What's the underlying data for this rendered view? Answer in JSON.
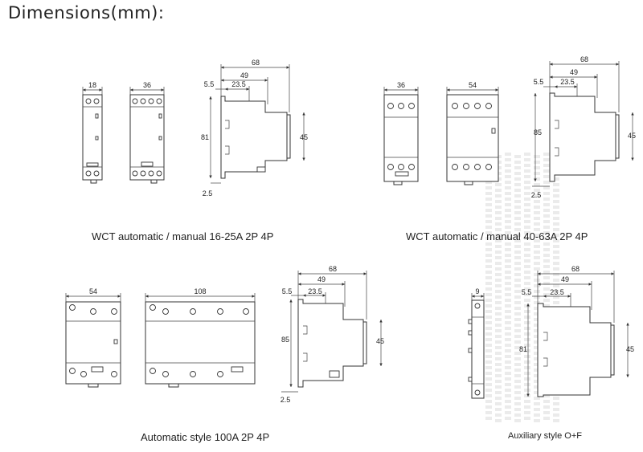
{
  "title": "Dimensions(mm):",
  "captions": {
    "p1": "WCT automatic / manual 16-25A 2P 4P",
    "p2": "WCT automatic / manual 40-63A 2P 4P",
    "p3": "Automatic style 100A 2P 4P",
    "p4": "Auxiliary style O+F"
  },
  "dims": {
    "p1": {
      "w2p": "18",
      "w4p": "36",
      "total": "68",
      "d49": "49",
      "d55": "5.5",
      "d235": "23.5",
      "h": "81",
      "h45": "45",
      "d25": "2.5"
    },
    "p2": {
      "w2p": "36",
      "w4p": "54",
      "total": "68",
      "d49": "49",
      "d55": "5.5",
      "d235": "23.5",
      "h": "85",
      "h45": "45",
      "d25": "2.5"
    },
    "p3": {
      "w2p": "54",
      "w4p": "108",
      "total": "68",
      "d49": "49",
      "d55": "5.5",
      "d235": "23.5",
      "h": "85",
      "h45": "45",
      "d25": "2.5"
    },
    "p4": {
      "w": "9",
      "total": "68",
      "d49": "49",
      "d55": "5.5",
      "d235": "23.5",
      "h": "81",
      "h45": "45"
    }
  }
}
